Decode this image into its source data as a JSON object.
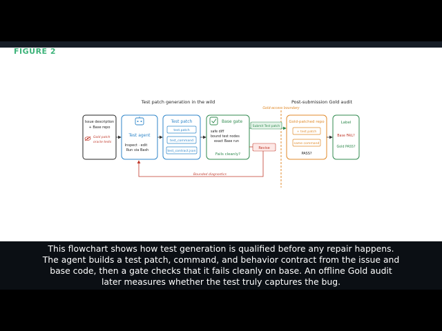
{
  "figure_label": "FIGURE 2",
  "caption": "This flowchart shows how test generation is qualified before any repair happens. The agent builds a test patch, command, and behavior contract from the issue and base code, then a gate checks that it fails cleanly on base. An offline Gold audit later measures whether the test truly captures the bug.",
  "diagram": {
    "section_left_title": "Test patch generation in the wild",
    "section_right_title": "Post-submission Gold audit",
    "boundary_label": "Gold-access boundary",
    "input_box": {
      "line1": "Issue description",
      "line2": "+ Base repo",
      "hidden_line1": "Gold patch",
      "hidden_line2": "oracle tests"
    },
    "test_agent": {
      "title": "Test agent",
      "line1": "Inspect · edit",
      "line2": "Run via Bash"
    },
    "test_patch": {
      "title": "Test patch",
      "items": [
        "test.patch",
        "test_command",
        "test_contract.json"
      ]
    },
    "base_gate": {
      "title": "Base gate",
      "line1": "safe diff",
      "line2": "bound test nodes",
      "line3": "exact Base run",
      "question": "Fails cleanly?"
    },
    "submit_label": "Submit Test patch",
    "revise_label": "Revise",
    "gold_repo": {
      "title": "Gold-patched repo",
      "item1": "+ test.patch",
      "item2": "same command",
      "question": "PASS?"
    },
    "label_box": {
      "title": "Label",
      "line1": "Base FAIL?",
      "line2": "Gold PASS?"
    },
    "feedback_label": "Bounded diagnostics"
  },
  "colors": {
    "green_accent": "#3db37a",
    "blue": "#2f86c9",
    "green": "#2f8a4e",
    "orange": "#e08a2a",
    "red": "#c0392b"
  }
}
